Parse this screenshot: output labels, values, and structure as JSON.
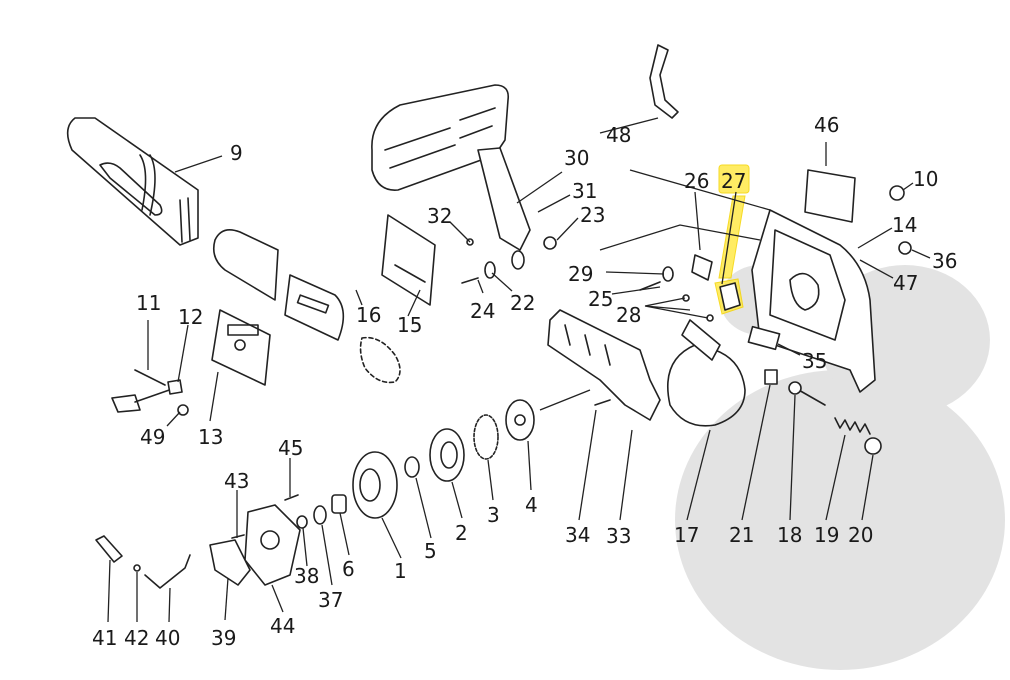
{
  "highlight_color": "#ffe94a",
  "highlighted_part": "27",
  "labels": [
    {
      "id": "9",
      "text": "9"
    },
    {
      "id": "30",
      "text": "30"
    },
    {
      "id": "31",
      "text": "31"
    },
    {
      "id": "48",
      "text": "48"
    },
    {
      "id": "46",
      "text": "46"
    },
    {
      "id": "10",
      "text": "10"
    },
    {
      "id": "26",
      "text": "26"
    },
    {
      "id": "27",
      "text": "27"
    },
    {
      "id": "14",
      "text": "14"
    },
    {
      "id": "36",
      "text": "36"
    },
    {
      "id": "47",
      "text": "47"
    },
    {
      "id": "32",
      "text": "32"
    },
    {
      "id": "23",
      "text": "23"
    },
    {
      "id": "29",
      "text": "29"
    },
    {
      "id": "25",
      "text": "25"
    },
    {
      "id": "28",
      "text": "28"
    },
    {
      "id": "22",
      "text": "22"
    },
    {
      "id": "24",
      "text": "24"
    },
    {
      "id": "16",
      "text": "16"
    },
    {
      "id": "15",
      "text": "15"
    },
    {
      "id": "11",
      "text": "11"
    },
    {
      "id": "12",
      "text": "12"
    },
    {
      "id": "13",
      "text": "13"
    },
    {
      "id": "49",
      "text": "49"
    },
    {
      "id": "35",
      "text": "35"
    },
    {
      "id": "45",
      "text": "45"
    },
    {
      "id": "43",
      "text": "43"
    },
    {
      "id": "34",
      "text": "34"
    },
    {
      "id": "33",
      "text": "33"
    },
    {
      "id": "17",
      "text": "17"
    },
    {
      "id": "21",
      "text": "21"
    },
    {
      "id": "18",
      "text": "18"
    },
    {
      "id": "19",
      "text": "19"
    },
    {
      "id": "20",
      "text": "20"
    },
    {
      "id": "4",
      "text": "4"
    },
    {
      "id": "3",
      "text": "3"
    },
    {
      "id": "2",
      "text": "2"
    },
    {
      "id": "5",
      "text": "5"
    },
    {
      "id": "1",
      "text": "1"
    },
    {
      "id": "6",
      "text": "6"
    },
    {
      "id": "37",
      "text": "37"
    },
    {
      "id": "38",
      "text": "38"
    },
    {
      "id": "44",
      "text": "44"
    },
    {
      "id": "39",
      "text": "39"
    },
    {
      "id": "40",
      "text": "40"
    },
    {
      "id": "41",
      "text": "41"
    },
    {
      "id": "42",
      "text": "42"
    }
  ]
}
